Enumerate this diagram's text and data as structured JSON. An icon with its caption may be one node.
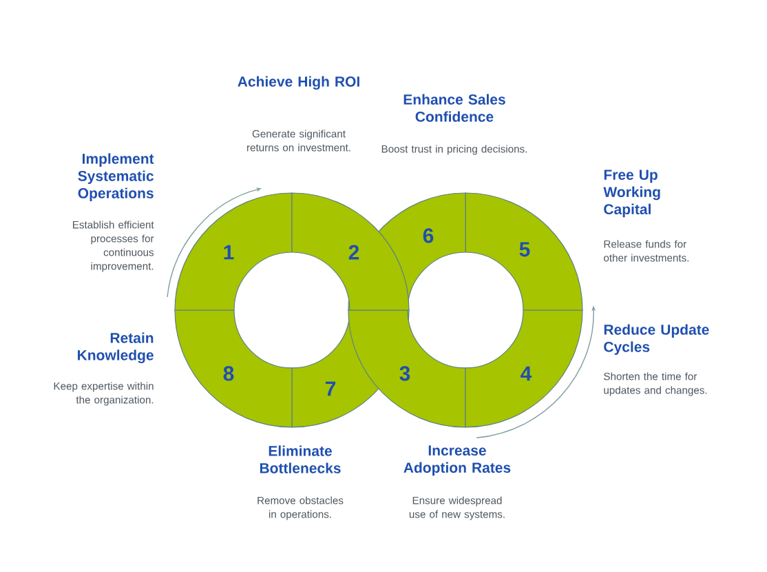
{
  "diagram": {
    "nodes": [
      {
        "text": [
          "1"
        ],
        "beside": [
          "Implement Systematic Operations",
          "Establish efficient processes for continuous improvement."
        ]
      },
      {
        "text": [
          "2"
        ],
        "beside": [
          "Achieve High ROI",
          "Generate significant returns on investment."
        ]
      },
      {
        "text": [
          "3"
        ],
        "beside": [
          "Increase Adoption Rates",
          "Ensure widespread use of new systems."
        ]
      },
      {
        "text": [
          "4"
        ],
        "beside": [
          "Reduce Update Cycles",
          "Shorten the time for updates and changes."
        ]
      },
      {
        "text": [
          "5"
        ],
        "beside": [
          "Free Up Working Capital",
          "Release funds for other investments."
        ]
      },
      {
        "text": [
          "6"
        ],
        "beside": [
          "Enhance Sales Confidence",
          "Boost trust in pricing decisions."
        ]
      },
      {
        "text": [
          "7"
        ],
        "beside": [
          "Eliminate Bottlenecks",
          "Remove obstacles in operations."
        ]
      },
      {
        "text": [
          "8"
        ],
        "beside": [
          "Retain Knowledge",
          "Keep expertise within the organization."
        ]
      }
    ],
    "edges": []
  }
}
